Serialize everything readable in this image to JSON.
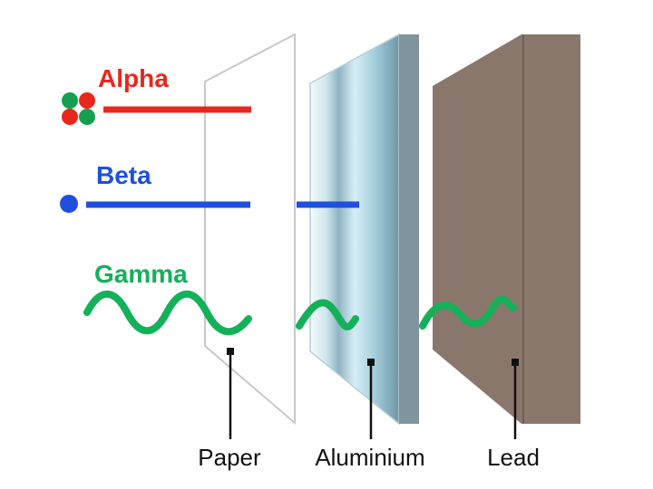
{
  "radiation": {
    "alpha": {
      "label": "Alpha",
      "color": "#e8271c"
    },
    "beta": {
      "label": "Beta",
      "color": "#1f4fdc"
    },
    "gamma": {
      "label": "Gamma",
      "color": "#14b05a"
    }
  },
  "particle_colors": {
    "proton": "#e8271c",
    "neutron": "#14a050"
  },
  "barriers": {
    "paper": {
      "label": "Paper"
    },
    "aluminium": {
      "label": "Aluminium"
    },
    "lead": {
      "label": "Lead",
      "color": "#8a776c"
    }
  }
}
